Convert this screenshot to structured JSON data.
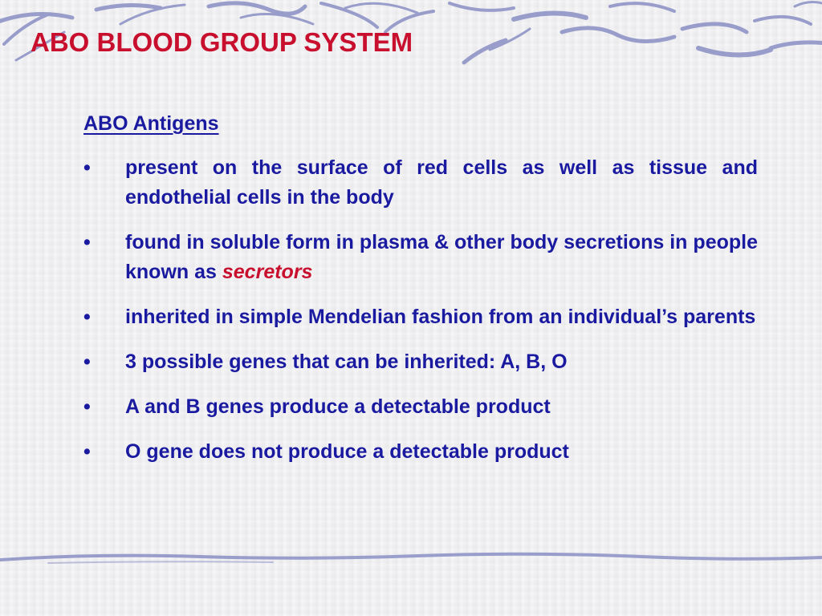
{
  "slide": {
    "title": "ABO BLOOD GROUP SYSTEM",
    "section_heading": "ABO Antigens",
    "bullet_marker": "•",
    "bullets": [
      {
        "text": "present on the surface of red cells as well as tissue and endothelial cells in the body"
      },
      {
        "text": "found in soluble form in plasma & other body secretions in people known as ",
        "emphasis": "secretors"
      },
      {
        "text": "inherited in simple Mendelian fashion from an individual’s parents"
      },
      {
        "text": "3 possible genes that can be inherited: A, B, O"
      },
      {
        "text": "A and B genes produce a detectable product"
      },
      {
        "text": "O gene does not produce a detectable product"
      }
    ]
  },
  "colors": {
    "title": "#c8102e",
    "body_text": "#1a1aa0",
    "emphasis": "#c8102e",
    "swirl": "#8a8fc4",
    "background": "#f0f0f2"
  }
}
